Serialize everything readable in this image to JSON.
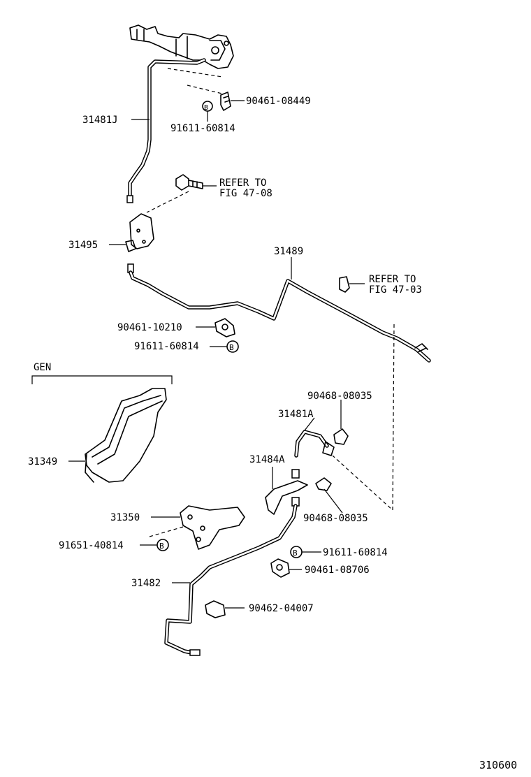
{
  "diagram_id": "310600",
  "section_label": "GEN",
  "parts": {
    "p31481J": "31481J",
    "p90461_08449": "90461-08449",
    "p91611_60814_top": "91611-60814",
    "p31495": "31495",
    "p31489": "31489",
    "p90461_10210": "90461-10210",
    "p91611_60814_mid": "91611-60814",
    "p31349": "31349",
    "p90468_08035_top": "90468-08035",
    "p31481A": "31481A",
    "p31484A": "31484A",
    "p90468_08035_bot": "90468-08035",
    "p31350": "31350",
    "p91651_40814": "91651-40814",
    "p91611_60814_low": "91611-60814",
    "p90461_08706": "90461-08706",
    "p31482": "31482",
    "p90462_04007": "90462-04007"
  },
  "refer_1": {
    "line1": "REFER TO",
    "line2": "FIG 47-08"
  },
  "refer_2": {
    "line1": "REFER TO",
    "line2": "FIG 47-03"
  },
  "badge_letter": "B"
}
